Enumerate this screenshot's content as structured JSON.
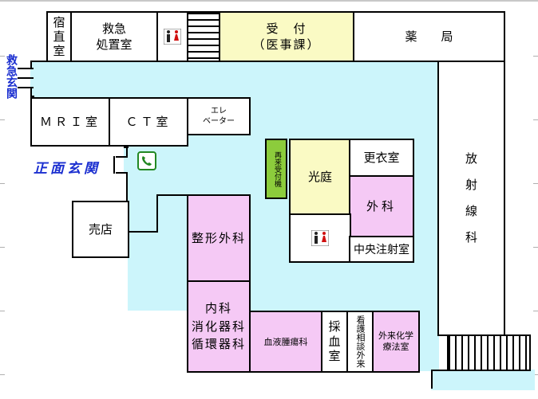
{
  "rooms": {
    "night_duty": "宿\n直\n室",
    "emergency_room": "救急\n処置室",
    "reception": "受　付\n（医事課）",
    "pharmacy": "薬　　局",
    "emergency_entrance": "救急玄関",
    "mri": "ＭＲＩ室",
    "ct": "ＣＴ室",
    "elevator": "エレ\nベーター",
    "main_entrance": "正面玄関",
    "revisit_reception": "再来受付機",
    "courtyard": "光庭",
    "changing_room": "更衣室",
    "surgery": "外科",
    "central_injection": "中央注射室",
    "radiology": "放\n\n射\n\n線\n\n科",
    "shop": "売店",
    "orthopedics": "整形外科",
    "internal_medicine": "内科\n消化器科\n循環器科",
    "hematology_oncology": "血液腫瘍科",
    "blood_collection": "採\n血\n室",
    "nursing_consult": "看護相談外来",
    "chemo": "外来化学\n療法室"
  },
  "icons": {
    "restroom": "restroom-icon",
    "phone": "phone-icon"
  },
  "colors": {
    "corridor": "#ccf5fb",
    "clinic": "#f5c9f5",
    "reception": "#fafac4",
    "kiosk": "#8ccc3c",
    "label_blue": "#1b2fd0"
  }
}
